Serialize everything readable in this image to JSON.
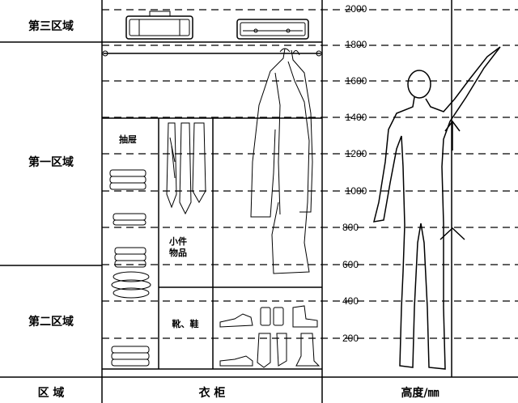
{
  "zones": {
    "third": "第三区域",
    "first": "第一区域",
    "second": "第二区域",
    "footer": "区 域"
  },
  "wardrobe": {
    "footer": "衣  柜",
    "drawer": "抽屉",
    "small_items_line1": "小件",
    "small_items_line2": "物品",
    "shoes": "靴、鞋"
  },
  "height_scale": {
    "footer": "高度/㎜",
    "ticks": [
      "2000",
      "1800",
      "1600",
      "1400",
      "1200",
      "1000",
      "800",
      "600",
      "400",
      "200"
    ]
  }
}
